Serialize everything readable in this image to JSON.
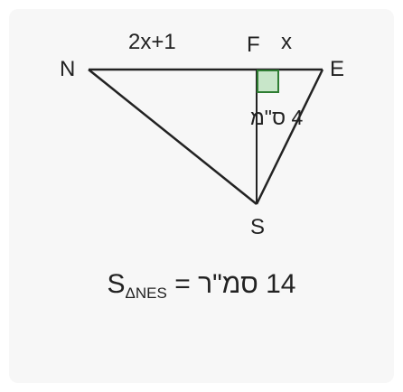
{
  "diagram": {
    "vertices": {
      "N": "N",
      "F": "F",
      "E": "E",
      "S": "S"
    },
    "segment_labels": {
      "NF": "2x+1",
      "FE": "x",
      "FS": "4 ס\"מ"
    },
    "right_angle_color": "#2e7d32",
    "right_angle_fill": "#c8e6c9",
    "line_color": "#222222"
  },
  "formula": {
    "symbol": "S",
    "subscript": "ΔNES",
    "equals": "=",
    "value": "14 סמ\"ר"
  }
}
